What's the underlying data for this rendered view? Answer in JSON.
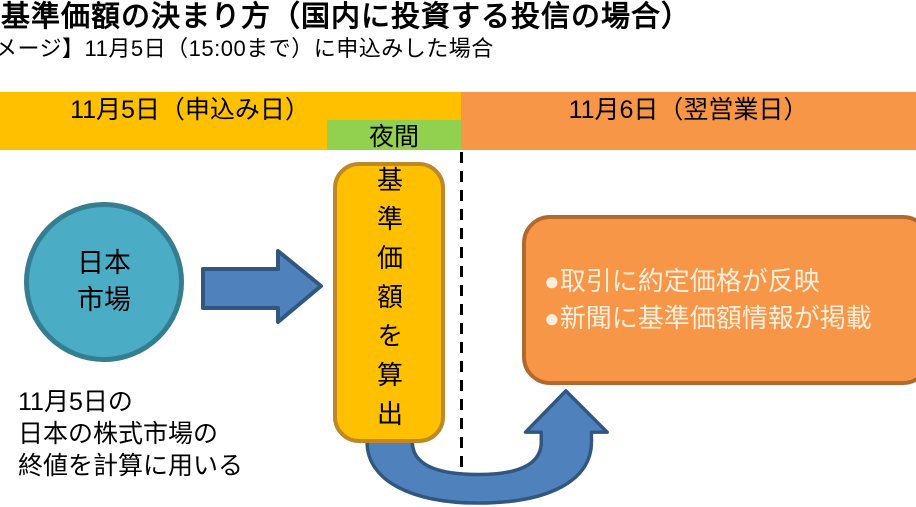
{
  "header": {
    "title": "基準価額の決まり方（国内に投資する投信の場合）",
    "subtitle": "メージ】11月5日（15:00まで）に申込みした場合"
  },
  "timeline": {
    "day1_label": "11月5日（申込み日）",
    "day2_label": "11月6日（翌営業日）",
    "night_label": "夜間"
  },
  "market_circle": {
    "line1": "日本",
    "line2": "市場"
  },
  "calc_box": {
    "label": "基準価額を算出"
  },
  "result_box": {
    "bullet1": "●取引に約定価格が反映",
    "bullet2": "●新聞に基準価額情報が掲載"
  },
  "note": {
    "line1": "11月5日の",
    "line2": "日本の株式市場の",
    "line3": "終値を計算に用いる"
  },
  "icons": {
    "flow_arrow": "right-arrow",
    "feedback_arrow": "u-turn-up-arrow"
  },
  "colors": {
    "day1_bg": "#FFC000",
    "day2_bg": "#F79646",
    "night_bg": "#92D050",
    "circle_fill": "#4BACC6",
    "circle_border": "#357D91",
    "arrow_fill": "#4F81BD",
    "arrow_border": "#31567F",
    "calc_box_fill": "#FFC000",
    "calc_box_border": "#BF8826",
    "result_box_fill": "#F79646",
    "result_box_border": "#B06A30",
    "result_text": "#FBEEDC",
    "text": "#000000"
  }
}
